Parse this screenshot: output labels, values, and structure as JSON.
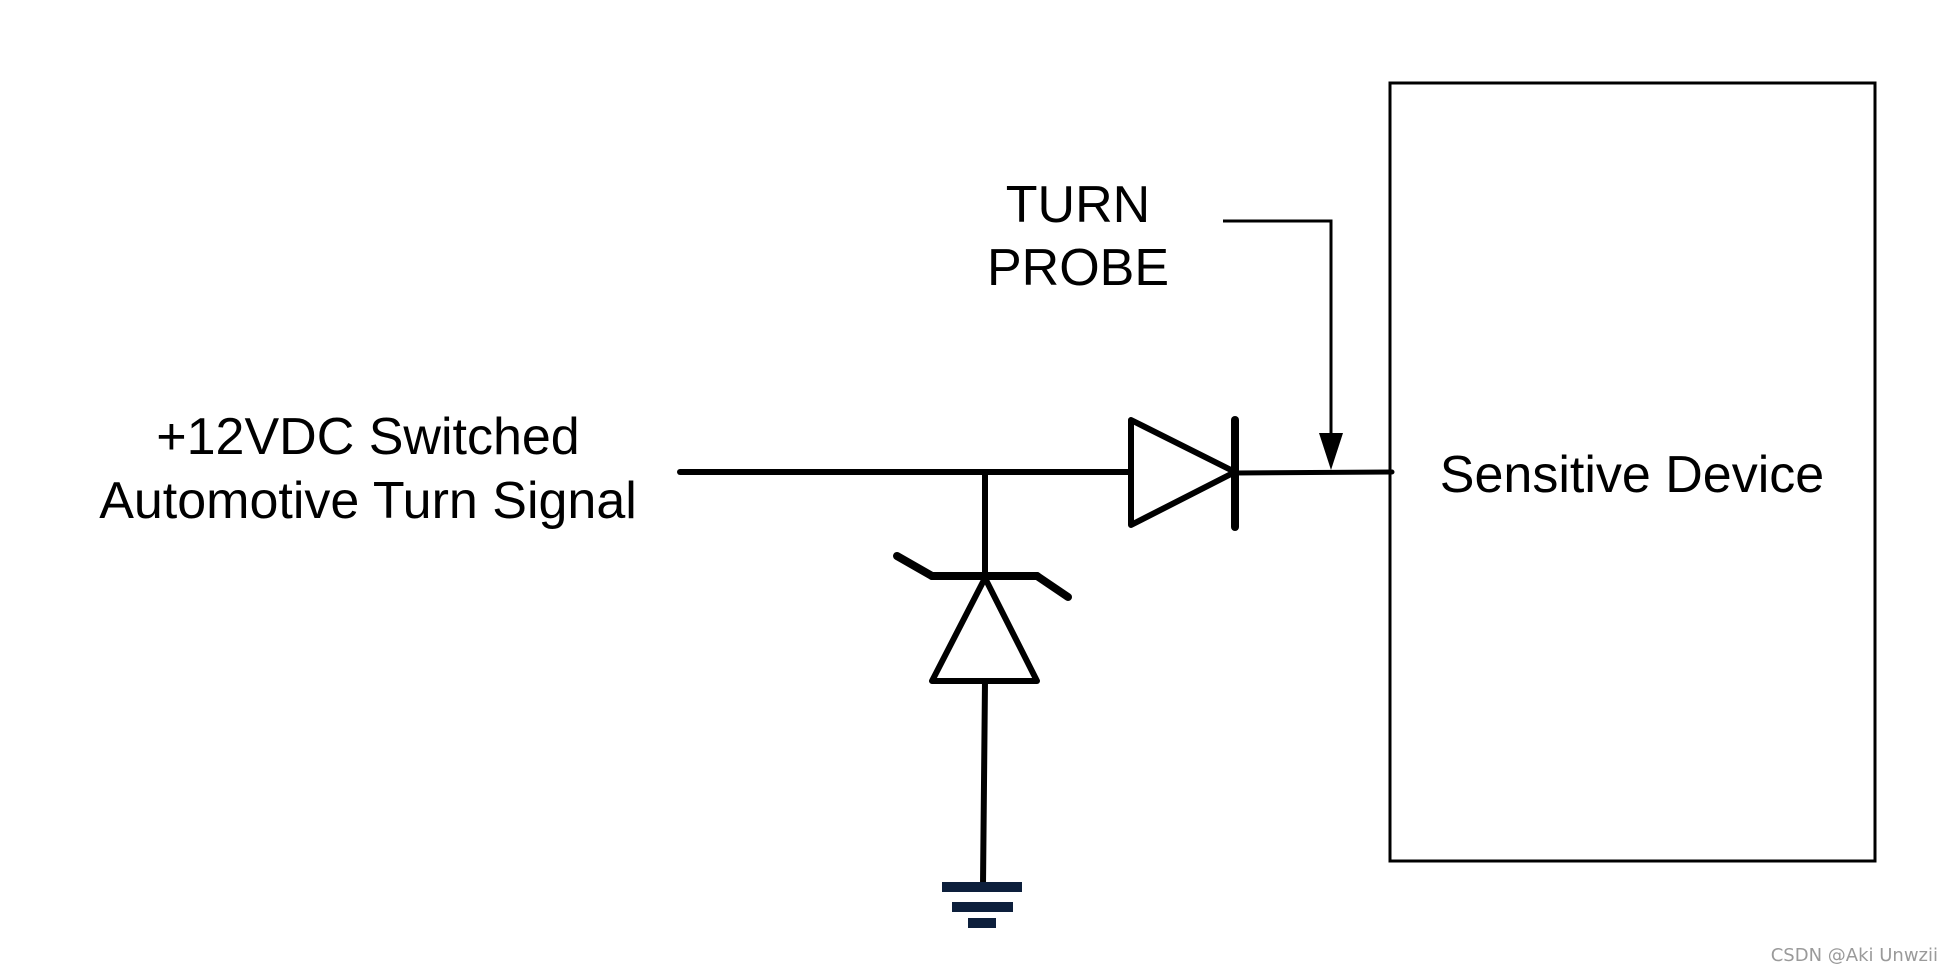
{
  "diagram": {
    "input_label": {
      "line1": "+12VDC Switched",
      "line2": "Automotive Turn Signal"
    },
    "probe_label": {
      "line1": "TURN",
      "line2": "PROBE"
    },
    "device_label": "Sensitive Device",
    "watermark": "CSDN @Aki Unwzii",
    "colors": {
      "wire": "#000000",
      "ground": "#0d1f3c",
      "watermark": "#9a9a9a"
    }
  }
}
